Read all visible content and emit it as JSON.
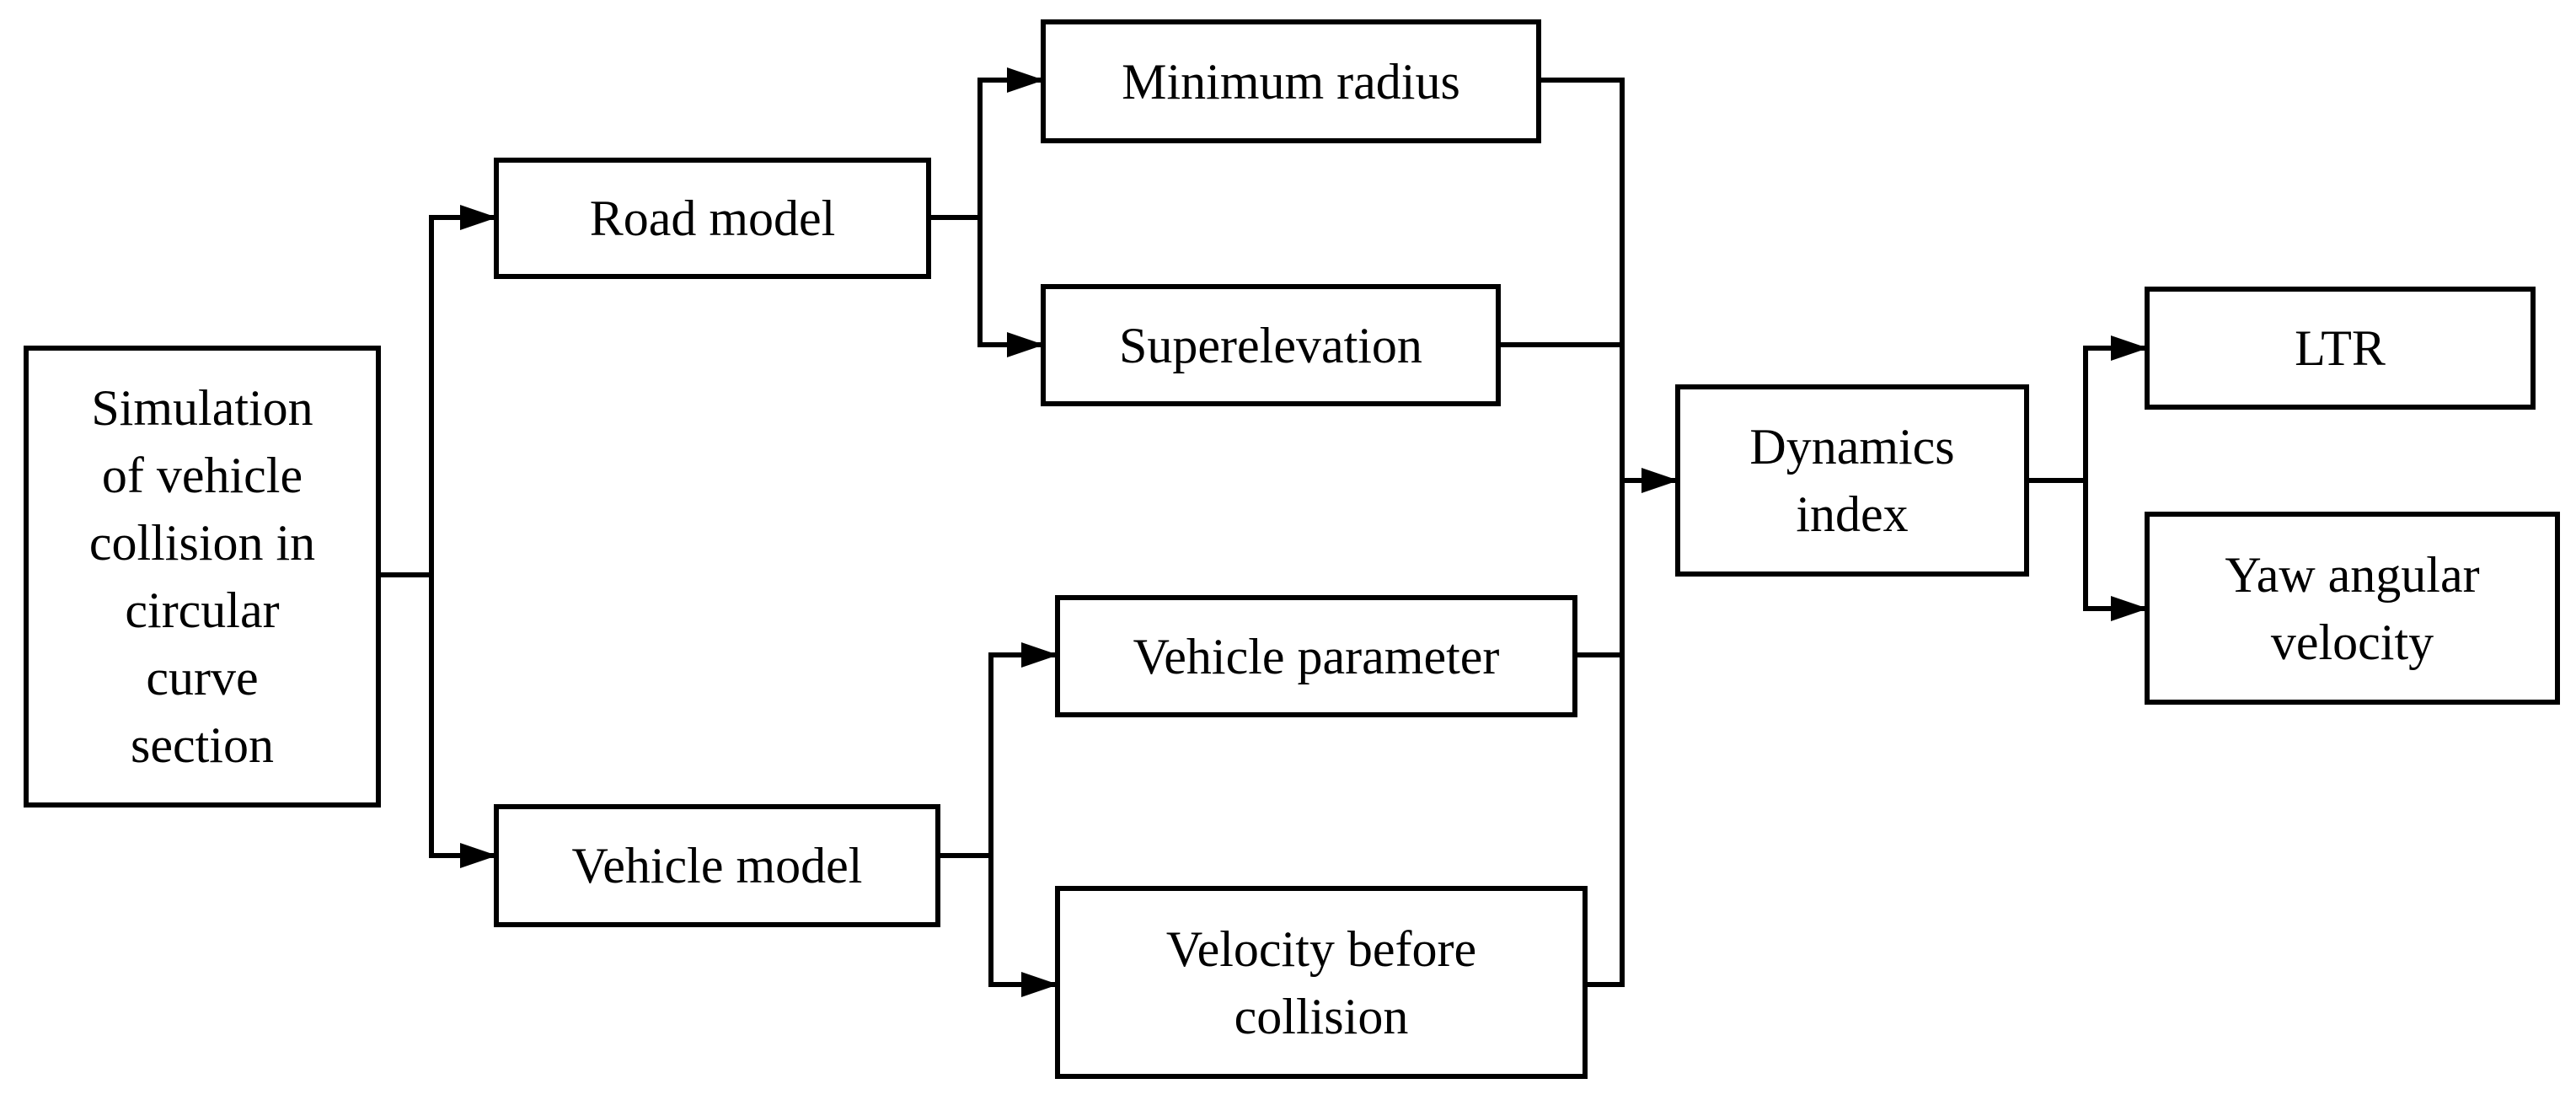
{
  "nodes": {
    "simulation": {
      "lines": [
        "Simulation",
        "of vehicle",
        "collision in",
        "circular",
        "curve",
        "section"
      ]
    },
    "road_model": {
      "lines": [
        "Road model"
      ]
    },
    "vehicle_model": {
      "lines": [
        "Vehicle model"
      ]
    },
    "minimum_radius": {
      "lines": [
        "Minimum radius"
      ]
    },
    "superelevation": {
      "lines": [
        "Superelevation"
      ]
    },
    "vehicle_parameter": {
      "lines": [
        "Vehicle parameter"
      ]
    },
    "velocity_before_collision": {
      "lines": [
        "Velocity before",
        "collision"
      ]
    },
    "dynamics_index": {
      "lines": [
        "Dynamics",
        "index"
      ]
    },
    "ltr": {
      "lines": [
        "LTR"
      ]
    },
    "yaw_angular_velocity": {
      "lines": [
        "Yaw angular",
        "velocity"
      ]
    }
  },
  "edges": [
    {
      "from": "simulation",
      "to": "road_model"
    },
    {
      "from": "simulation",
      "to": "vehicle_model"
    },
    {
      "from": "road_model",
      "to": "minimum_radius"
    },
    {
      "from": "road_model",
      "to": "superelevation"
    },
    {
      "from": "vehicle_model",
      "to": "vehicle_parameter"
    },
    {
      "from": "vehicle_model",
      "to": "velocity_before_collision"
    },
    {
      "from": "minimum_radius",
      "to": "dynamics_index"
    },
    {
      "from": "superelevation",
      "to": "dynamics_index"
    },
    {
      "from": "vehicle_parameter",
      "to": "dynamics_index"
    },
    {
      "from": "velocity_before_collision",
      "to": "dynamics_index"
    },
    {
      "from": "dynamics_index",
      "to": "ltr"
    },
    {
      "from": "dynamics_index",
      "to": "yaw_angular_velocity"
    }
  ],
  "colors": {
    "stroke": "#000000",
    "background": "#ffffff"
  }
}
